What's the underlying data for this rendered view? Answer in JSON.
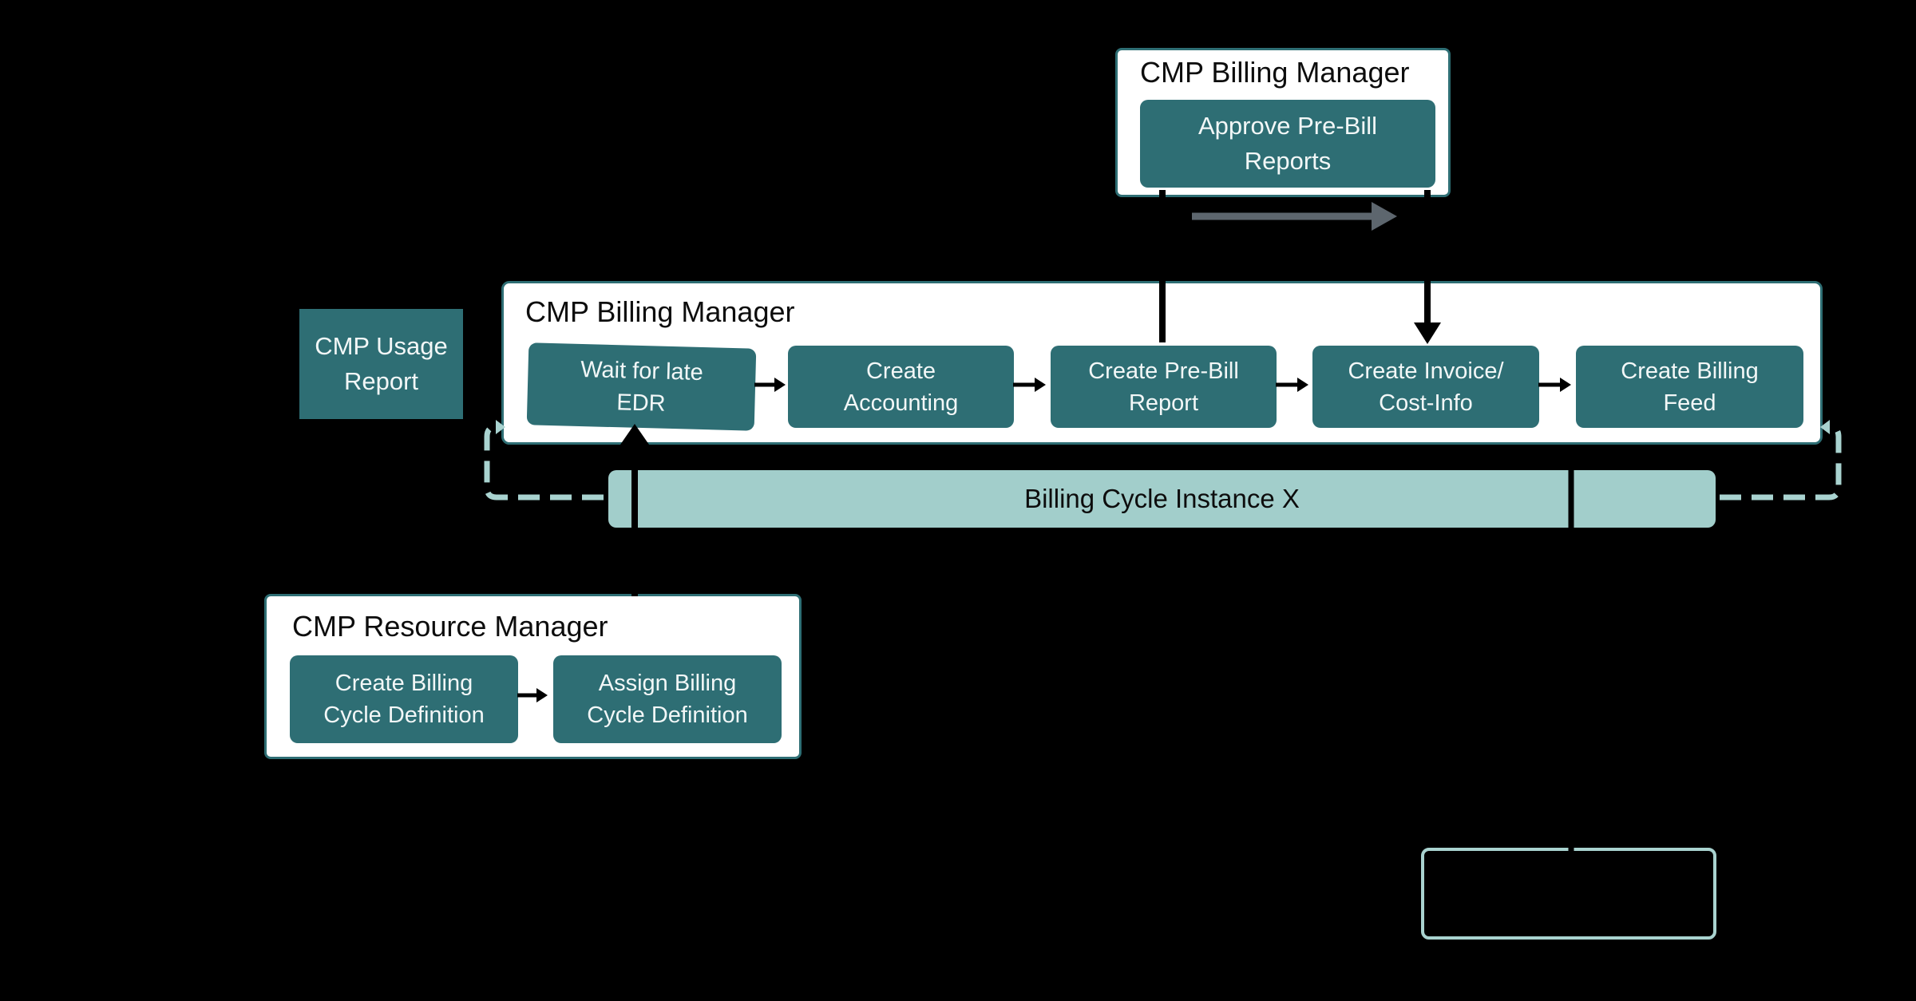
{
  "diagram": {
    "type": "bpmn-style-billing-flow",
    "lanes": [
      {
        "title": "CMP Billing Manager",
        "tasks": [
          "Approve Pre-Bill\nReports"
        ]
      },
      {
        "title": "CMP Billing Manager",
        "tasks": [
          "Wait for late\nEDR",
          "Create\nAccounting",
          "Create Pre-Bill\nReport",
          "Create Invoice/\nCost-Info",
          "Create Billing\nFeed"
        ]
      },
      {
        "title": "CMP Resource Manager",
        "tasks": [
          "Create Billing\nCycle Definition",
          "Assign Billing\nCycle Definition"
        ]
      }
    ],
    "artifacts": {
      "usage_report_label": "CMP Usage\nReport",
      "billing_cycle_label": "Billing Cycle Instance X"
    },
    "connectors": {
      "gray_arrow": "right-arrow-under-top-lane",
      "black_arrows": [
        "top-lane to Create Invoice/Cost-Info",
        "Create Pre-Bill Report to top lane",
        "between sequential tasks",
        "resource lane up to Wait for late EDR",
        "bar down to empty box"
      ],
      "dashed_links": [
        "billing cycle bar to main lane left",
        "billing cycle bar to main lane right"
      ]
    },
    "colors": {
      "teal_dark": "#2e6e74",
      "teal_light": "#a2cecb",
      "teal_pale": "#a9d3d0",
      "arrow_gray": "#5d666e",
      "ink": "#000000",
      "panel": "#ffffff",
      "text_light": "#f2f7f7",
      "text_dark": "#0d0d0d"
    }
  }
}
